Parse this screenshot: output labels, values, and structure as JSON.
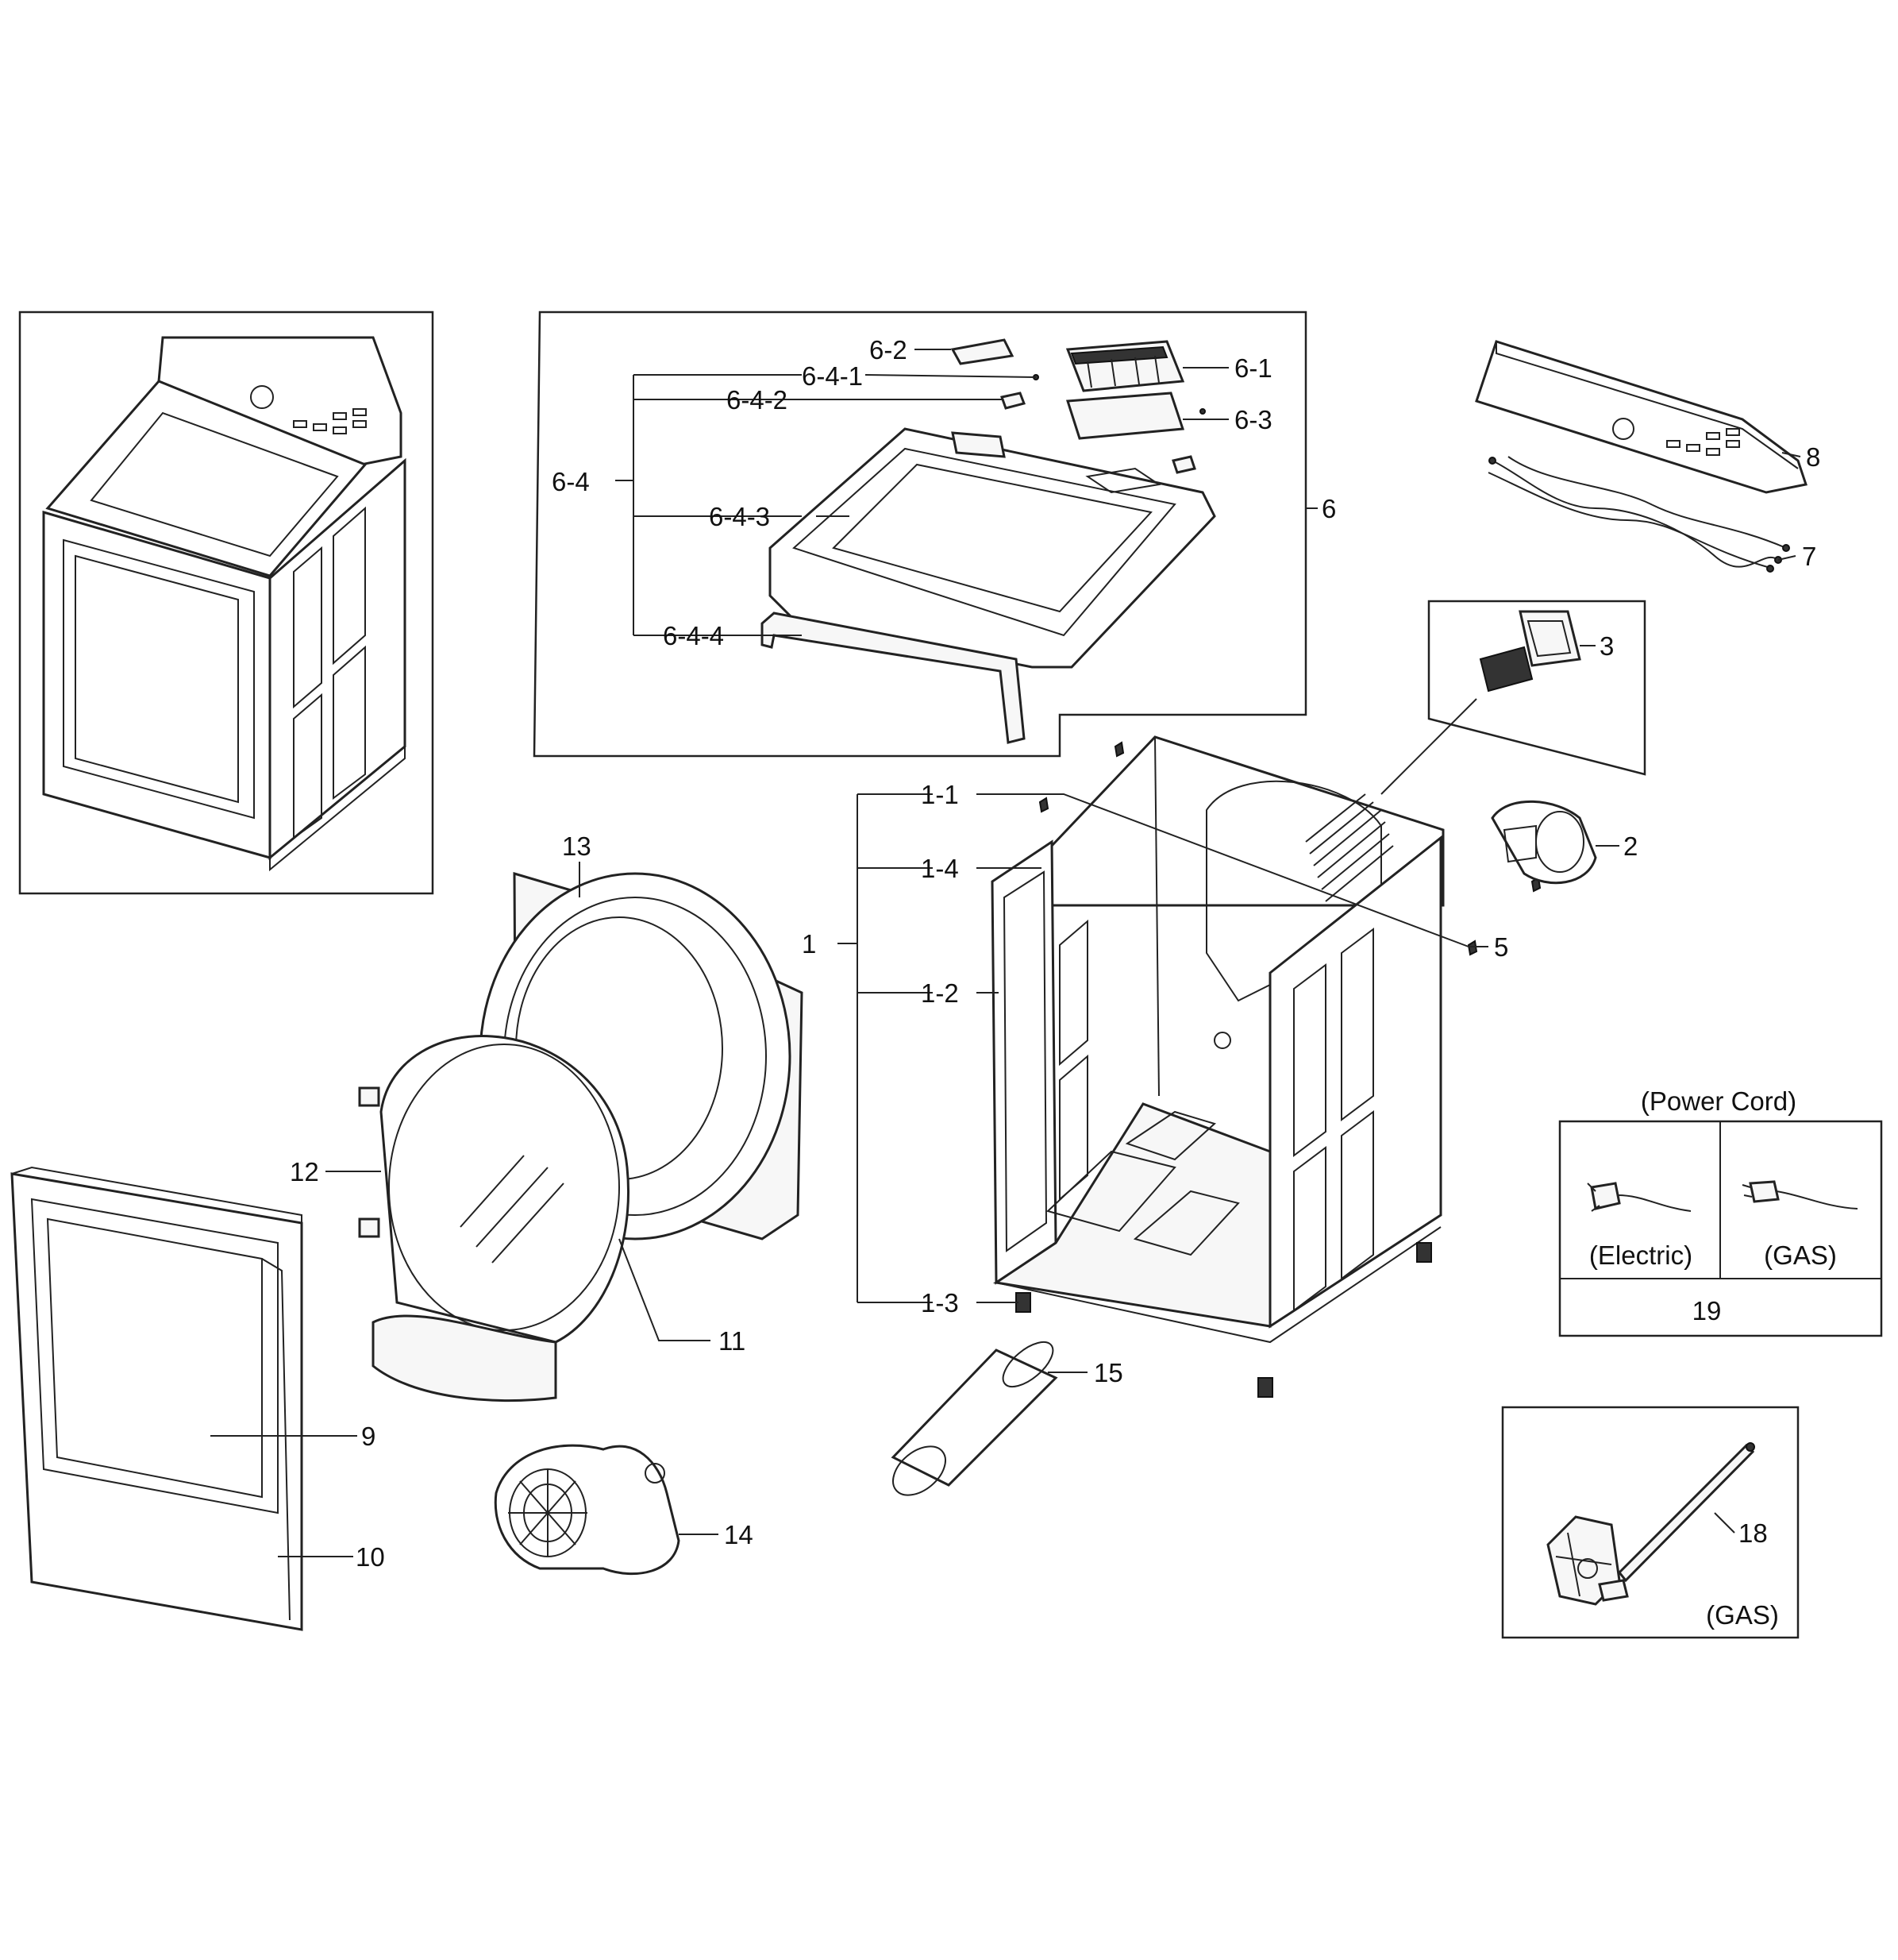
{
  "labels": {
    "l1": "1",
    "l1_1": "1-1",
    "l1_2": "1-2",
    "l1_3": "1-3",
    "l1_4": "1-4",
    "l2": "2",
    "l3": "3",
    "l5": "5",
    "l6": "6",
    "l6_1": "6-1",
    "l6_2": "6-2",
    "l6_3": "6-3",
    "l6_4": "6-4",
    "l6_4_1": "6-4-1",
    "l6_4_2": "6-4-2",
    "l6_4_3": "6-4-3",
    "l6_4_4": "6-4-4",
    "l7": "7",
    "l8": "8",
    "l9": "9",
    "l10": "10",
    "l11": "11",
    "l12": "12",
    "l13": "13",
    "l14": "14",
    "l15": "15",
    "l18": "18",
    "l19": "19"
  },
  "power_cord": {
    "title": "(Power Cord)",
    "electric": "(Electric)",
    "gas": "(GAS)"
  },
  "gas_valve": {
    "note": "(GAS)"
  }
}
